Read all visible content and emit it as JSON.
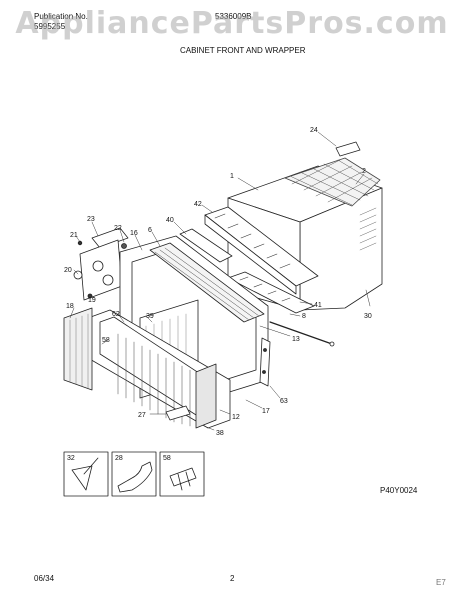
{
  "header": {
    "publication_label": "Publication No.",
    "publication_number": "5995255",
    "model": "5336009B",
    "section_title": "CABINET FRONT AND WRAPPER"
  },
  "watermark": "AppliancePartsPros.com",
  "callouts": {
    "c1": "1",
    "c2": "2",
    "c24": "24",
    "c42": "42",
    "c40": "40",
    "c6": "6",
    "c16": "16",
    "c23": "23",
    "c22": "22",
    "c21": "21",
    "c20": "20",
    "c19": "19",
    "c18": "18",
    "c62": "62",
    "c39": "39",
    "c58": "58",
    "c41": "41",
    "c8": "8",
    "c30": "30",
    "c13": "13",
    "c63": "63",
    "c17": "17",
    "c12": "12",
    "c27": "27",
    "c38": "38",
    "box32": "32",
    "box28": "28",
    "box58": "58"
  },
  "diagram_code": "P40Y0024",
  "footer": {
    "date": "06/34",
    "page": "2",
    "mark": "E7"
  }
}
